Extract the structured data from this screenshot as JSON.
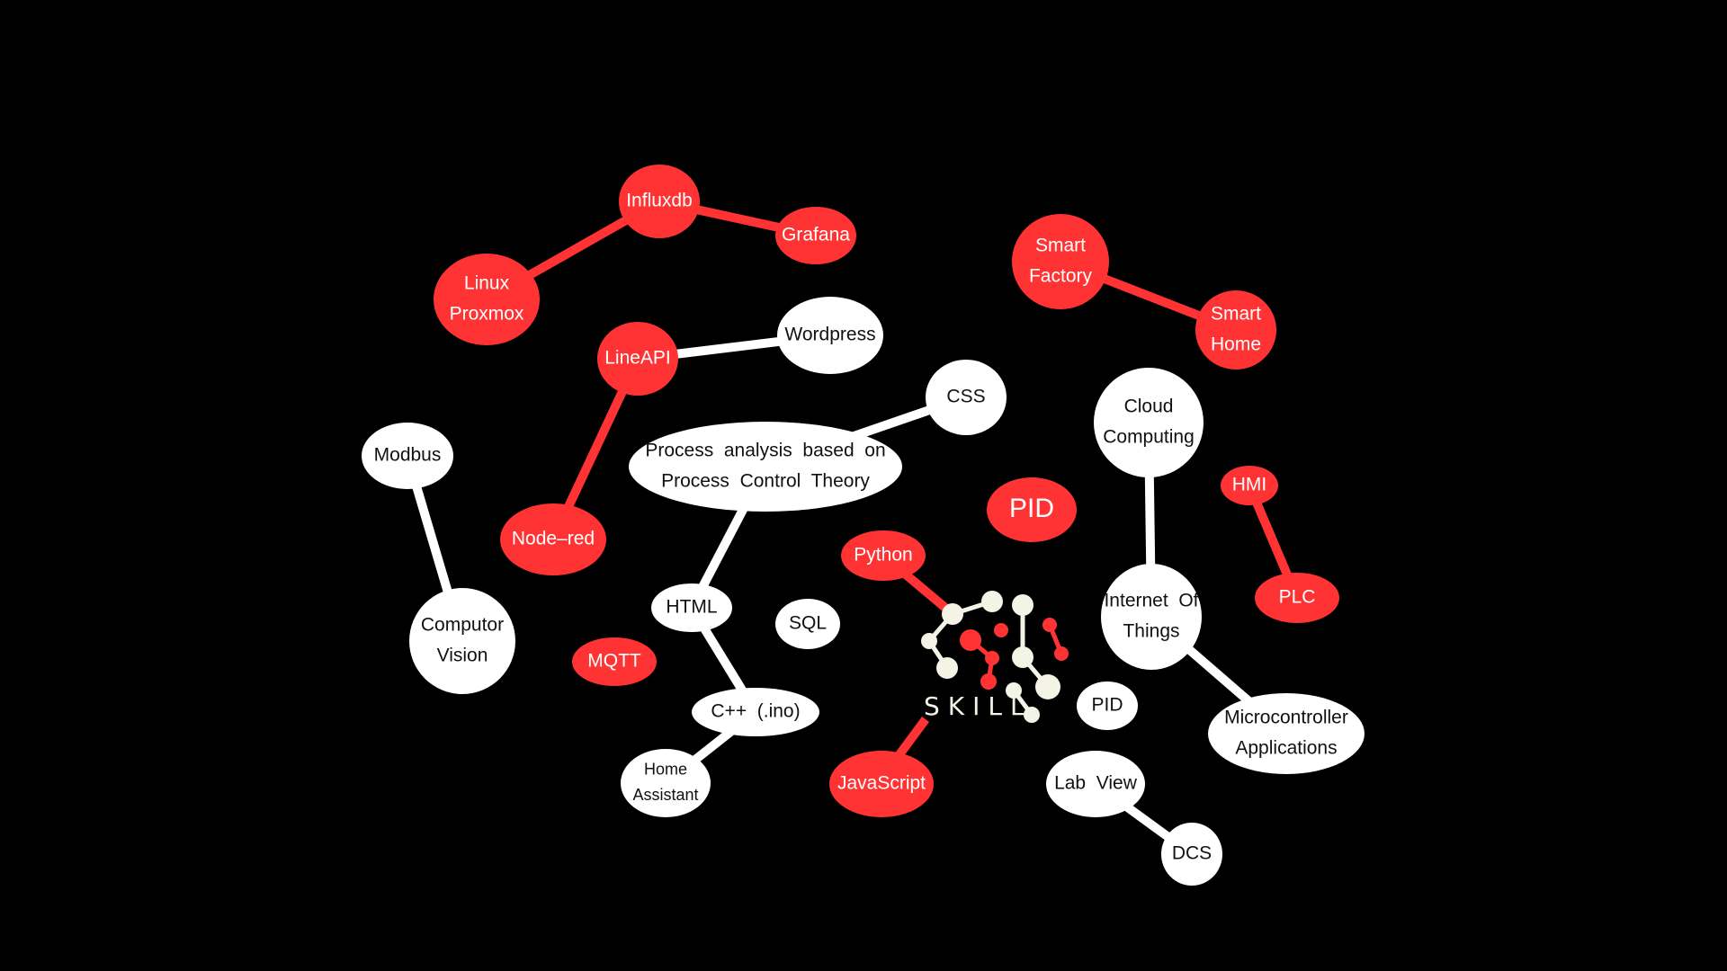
{
  "colors": {
    "background": "#000000",
    "red": "#ff3333",
    "white": "#ffffff",
    "logo_cream": "#f3f3e6"
  },
  "logo": {
    "text": "SKILL"
  },
  "nodes": {
    "influxdb": [
      "Influxdb"
    ],
    "grafana": [
      "Grafana"
    ],
    "linux_proxmox": [
      "Linux",
      "Proxmox"
    ],
    "lineapi": [
      "LineAPI"
    ],
    "node_red": [
      "Node–red"
    ],
    "smart_factory": [
      "Smart",
      "Factory"
    ],
    "smart_home": [
      "Smart",
      "Home"
    ],
    "hmi": [
      "HMI"
    ],
    "plc": [
      "PLC"
    ],
    "pid_main": [
      "PID"
    ],
    "python": [
      "Python"
    ],
    "mqtt": [
      "MQTT"
    ],
    "javascript": [
      "JavaScript"
    ],
    "wordpress": [
      "Wordpress"
    ],
    "css": [
      "CSS"
    ],
    "process": [
      "Process  analysis  based  on",
      "Process  Control  Theory"
    ],
    "modbus": [
      "Modbus"
    ],
    "computor_vision": [
      "Computor",
      "Vision"
    ],
    "html": [
      "HTML"
    ],
    "sql": [
      "SQL"
    ],
    "cpp": [
      "C++  (.ino)"
    ],
    "home_assistant": [
      "Home",
      "Assistant"
    ],
    "cloud_computing": [
      "Cloud",
      "Computing"
    ],
    "iot": [
      "Internet  Of",
      "Things"
    ],
    "microcontroller": [
      "Microcontroller",
      "Applications"
    ],
    "pid_small": [
      "PID"
    ],
    "lab_view": [
      "Lab  View"
    ],
    "dcs": [
      "DCS"
    ]
  }
}
